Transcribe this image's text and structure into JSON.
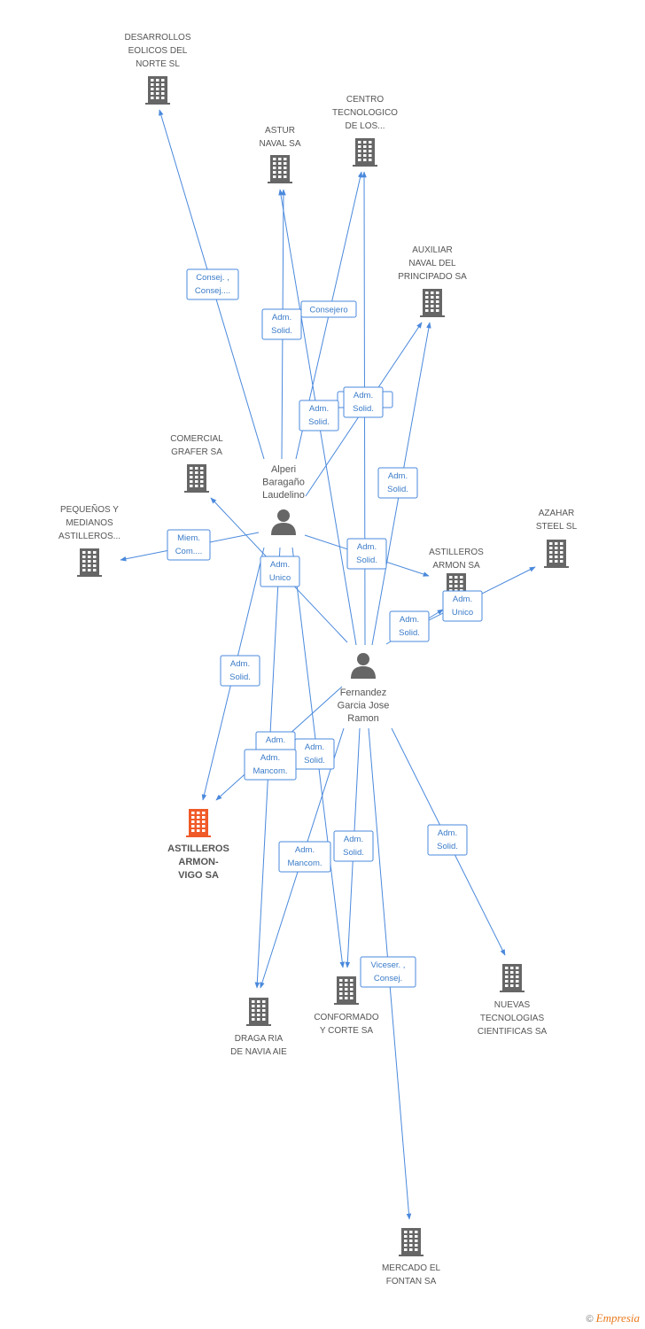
{
  "colors": {
    "edge": "#4a89dc",
    "company_icon": "#666666",
    "focus_icon": "#f05a28",
    "person_icon": "#666666"
  },
  "persons": [
    {
      "id": "alperi",
      "lines": [
        "Alperi",
        "Baragaño",
        "Laudelino"
      ]
    },
    {
      "id": "fernandez",
      "lines": [
        "Fernandez",
        "Garcia Jose",
        "Ramon"
      ]
    }
  ],
  "companies": [
    {
      "id": "desarrollos",
      "lines": [
        "DESARROLLOS",
        "EOLICOS DEL",
        "NORTE SL"
      ]
    },
    {
      "id": "centro",
      "lines": [
        "CENTRO",
        "TECNOLOGICO",
        "DE LOS..."
      ]
    },
    {
      "id": "astur",
      "lines": [
        "ASTUR",
        "NAVAL SA"
      ]
    },
    {
      "id": "auxiliar",
      "lines": [
        "AUXILIAR",
        "NAVAL DEL",
        "PRINCIPADO SA"
      ]
    },
    {
      "id": "comercial",
      "lines": [
        "COMERCIAL",
        "GRAFER SA"
      ]
    },
    {
      "id": "pequenos",
      "lines": [
        "PEQUEÑOS Y",
        "MEDIANOS",
        "ASTILLEROS..."
      ]
    },
    {
      "id": "azahar",
      "lines": [
        "AZAHAR",
        "STEEL  SL"
      ]
    },
    {
      "id": "armon",
      "lines": [
        "ASTILLEROS",
        "ARMON SA"
      ]
    },
    {
      "id": "vigo",
      "lines": [
        "ASTILLEROS",
        "ARMON-",
        "VIGO SA"
      ],
      "focus": true
    },
    {
      "id": "draga",
      "lines": [
        "DRAGA RIA",
        "DE NAVIA AIE"
      ]
    },
    {
      "id": "conformado",
      "lines": [
        "CONFORMADO",
        "Y CORTE SA"
      ]
    },
    {
      "id": "nuevas",
      "lines": [
        "NUEVAS",
        "TECNOLOGIAS",
        "CIENTIFICAS SA"
      ]
    },
    {
      "id": "mercado",
      "lines": [
        "MERCADO EL",
        "FONTAN SA"
      ]
    }
  ],
  "relations": [
    {
      "from": "alperi",
      "to": "desarrollos",
      "role": [
        "Consej. ,",
        "Consej...."
      ]
    },
    {
      "from": "alperi",
      "to": "astur",
      "role": [
        "Adm.",
        "Solid."
      ]
    },
    {
      "from": "alperi",
      "to": "centro",
      "role": [
        "Consejero"
      ]
    },
    {
      "from": "alperi",
      "to": "auxiliar",
      "role": [
        "Adm.",
        "Solid."
      ]
    },
    {
      "from": "alperi",
      "to": "pequenos",
      "role": [
        "Miem.",
        "Com...."
      ]
    },
    {
      "from": "alperi",
      "to": "armon",
      "role": [
        "Adm.",
        "Solid."
      ]
    },
    {
      "from": "alperi",
      "to": "vigo",
      "role": [
        "Adm.",
        "Solid."
      ]
    },
    {
      "from": "alperi",
      "to": "draga",
      "role": [
        "Adm.",
        "Mancom."
      ]
    },
    {
      "from": "alperi",
      "to": "conformado",
      "role": [
        "Adm.",
        "Solid."
      ]
    },
    {
      "from": "fernandez",
      "to": "astur",
      "role": [
        "Adm.",
        "Solid."
      ]
    },
    {
      "from": "fernandez",
      "to": "centro",
      "role": [
        "Adm.",
        "Solid."
      ]
    },
    {
      "from": "fernandez",
      "to": "auxiliar",
      "role": [
        "Adm.",
        "Solid."
      ]
    },
    {
      "from": "fernandez",
      "to": "comercial",
      "role": [
        "Adm.",
        "Unico"
      ]
    },
    {
      "from": "fernandez",
      "to": "azahar",
      "role": [
        "Adm.",
        "Unico"
      ]
    },
    {
      "from": "fernandez",
      "to": "armon",
      "role": [
        "Adm.",
        "Solid."
      ]
    },
    {
      "from": "fernandez",
      "to": "vigo",
      "role": [
        "Adm.",
        "Mancom."
      ]
    },
    {
      "from": "fernandez",
      "to": "draga",
      "role": [
        "Adm.",
        "Mancom."
      ]
    },
    {
      "from": "fernandez",
      "to": "conformado",
      "role": [
        "Adm.",
        "Solid."
      ]
    },
    {
      "from": "fernandez",
      "to": "nuevas",
      "role": [
        "Adm.",
        "Solid."
      ]
    },
    {
      "from": "fernandez",
      "to": "mercado",
      "role": [
        "Viceser. ,",
        "Consej."
      ]
    }
  ],
  "footer": {
    "copyright_symbol": "©",
    "brand": "Empresia"
  }
}
